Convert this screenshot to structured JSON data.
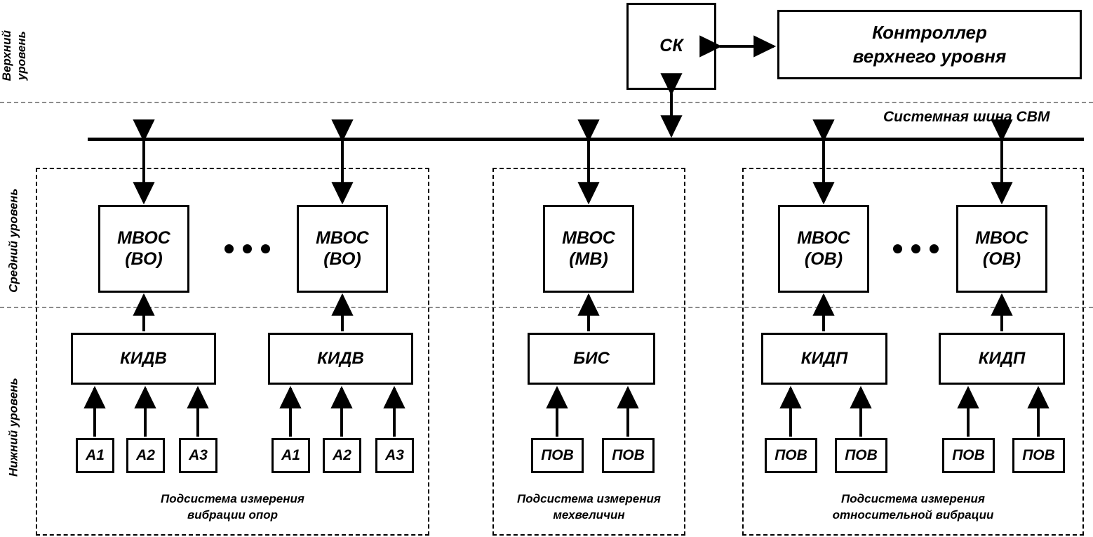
{
  "diagram": {
    "levels": [
      {
        "id": "top",
        "label": "Верхний\nуровень"
      },
      {
        "id": "middle",
        "label": "Средний уровень"
      },
      {
        "id": "bottom",
        "label": "Нижний уровень"
      }
    ],
    "top_level": {
      "sk_box": "СК",
      "controller_box": "Контроллер\nверхнего уровня"
    },
    "bus": {
      "label": "Системная шина СВМ"
    },
    "groups": [
      {
        "id": "vibration-supports",
        "caption": "Подсистема измерения\nвибрации опор",
        "middle_boxes": [
          {
            "label": "МВОС\n(ВО)"
          },
          {
            "label": "МВОС\n(ВО)"
          }
        ],
        "has_ellipsis": true,
        "concentrators": [
          {
            "label": "КИДВ",
            "sensors": [
              "А1",
              "А2",
              "А3"
            ]
          },
          {
            "label": "КИДВ",
            "sensors": [
              "А1",
              "А2",
              "А3"
            ]
          }
        ]
      },
      {
        "id": "mech-values",
        "caption": "Подсистема измерения\nмехвеличин",
        "middle_boxes": [
          {
            "label": "МВОС\n(МВ)"
          }
        ],
        "has_ellipsis": false,
        "concentrators": [
          {
            "label": "БИС",
            "sensors": [
              "ПОВ",
              "ПОВ"
            ]
          }
        ]
      },
      {
        "id": "relative-vibration",
        "caption": "Подсистема измерения\nотносительной вибрации",
        "middle_boxes": [
          {
            "label": "МВОС\n(ОВ)"
          },
          {
            "label": "МВОС\n(ОВ)"
          }
        ],
        "has_ellipsis": true,
        "concentrators": [
          {
            "label": "КИДП",
            "sensors": [
              "ПОВ",
              "ПОВ"
            ]
          },
          {
            "label": "КИДП",
            "sensors": [
              "ПОВ",
              "ПОВ"
            ]
          }
        ]
      }
    ],
    "colors": {
      "stroke": "#000000",
      "separator": "#8c8c8c",
      "background": "#ffffff"
    }
  }
}
